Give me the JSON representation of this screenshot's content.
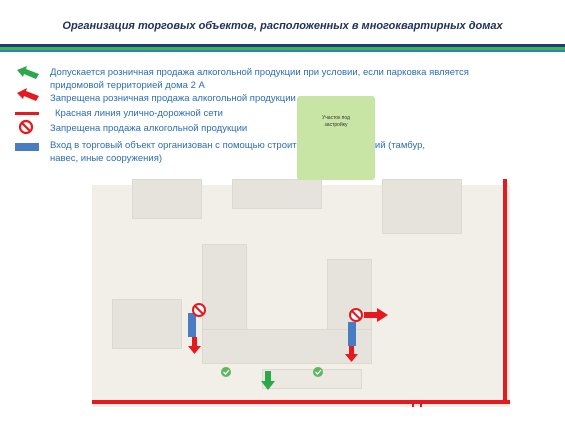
{
  "title": "Организация торговых объектов, расположенных в многоквартирных домах",
  "legend": {
    "green_arrow_line1": "Допускается розничная продажа алкогольной продукции при условии, если парковка является",
    "green_arrow_line2": "придомовой территорией дома 2 А",
    "red_arrow": "Запрещена розничная продажа алкогольной продукции",
    "red_line": "Красная линия улично-дорожной сети",
    "prohibited_sign": "Запрещена продажа алкогольной продукции",
    "entrance_line1": "Вход в торговый объект организован с помощью строительных конструкций (тамбур,",
    "entrance_line2": "навес, иные сооружения)"
  },
  "map": {
    "plot_label_line1": "Участок под",
    "plot_label_line2": "застройку"
  },
  "colors": {
    "title": "#1f2f5c",
    "legend_text": "#2d6db6",
    "green_arrow": "#2aa84a",
    "red_arrow": "#e6191e",
    "entrance": "#4a7cc4",
    "plot": "#c9e5a5",
    "check": "#5cb85c"
  },
  "icons": [
    "green-arrow-icon",
    "red-arrow-icon",
    "red-line-icon",
    "prohibited-icon",
    "entrance-icon",
    "check-icon"
  ]
}
